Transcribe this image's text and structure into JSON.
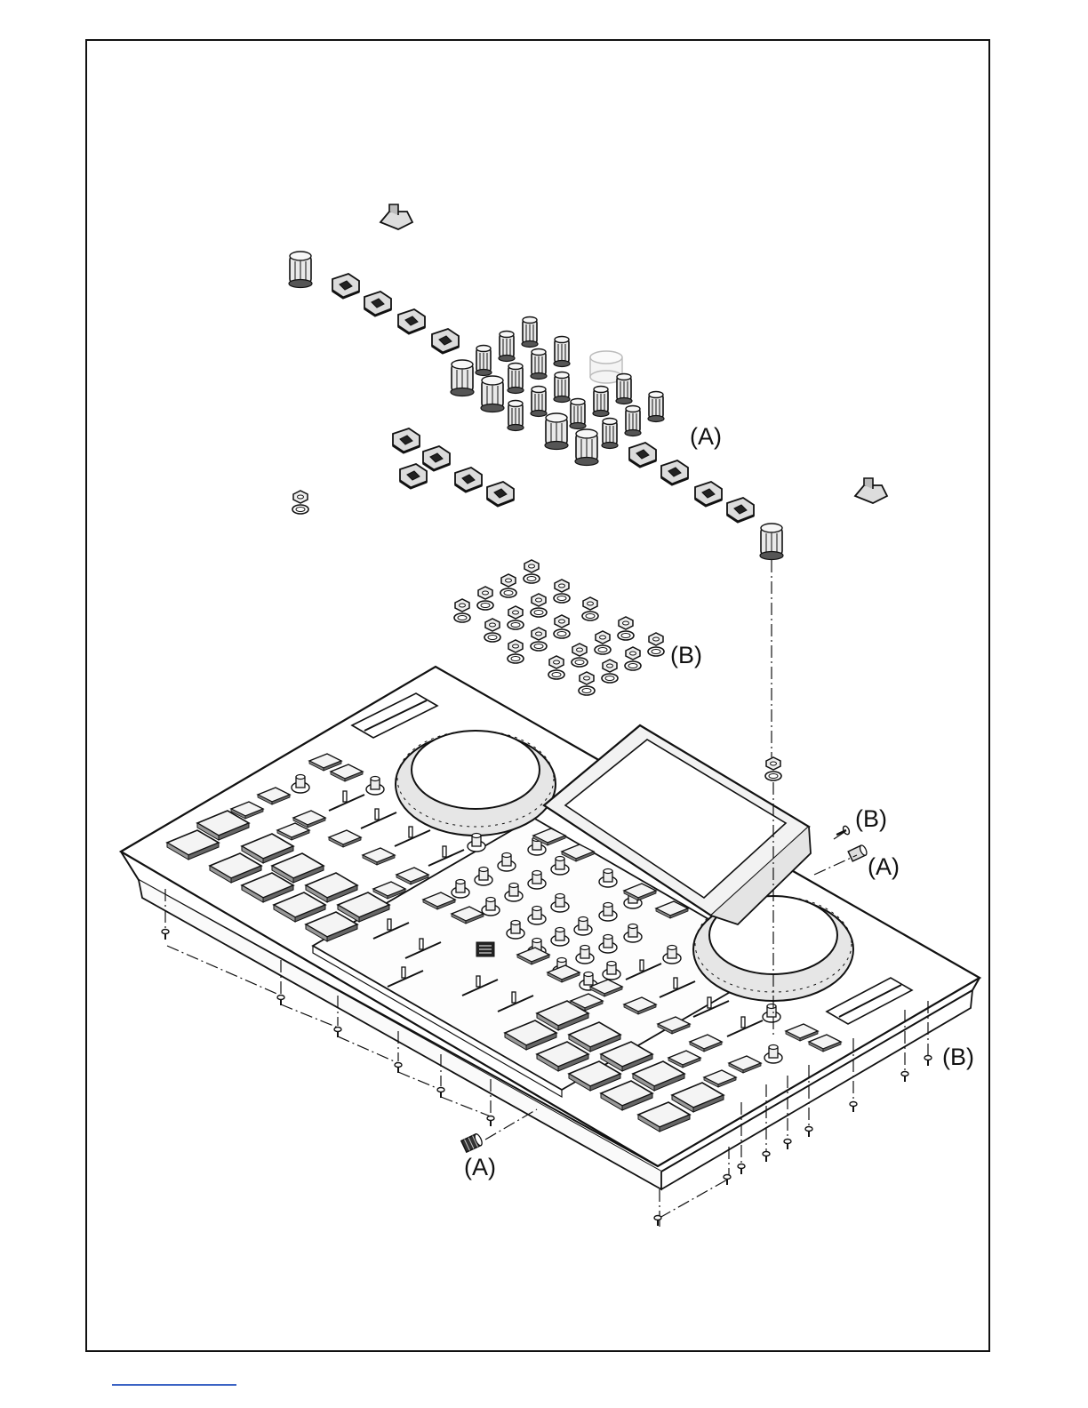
{
  "figure": {
    "kind": "exploded-assembly-drawing",
    "line_color": "#111111",
    "background_color": "#ffffff",
    "footer_rule_color": "#3b63c4"
  },
  "callouts": {
    "knobs": "(A)",
    "nuts_washers": "(B)",
    "side_screw": "(B)",
    "side_knob": "(A)",
    "bottom_screws": "(B)",
    "front_knob": "(A)"
  }
}
